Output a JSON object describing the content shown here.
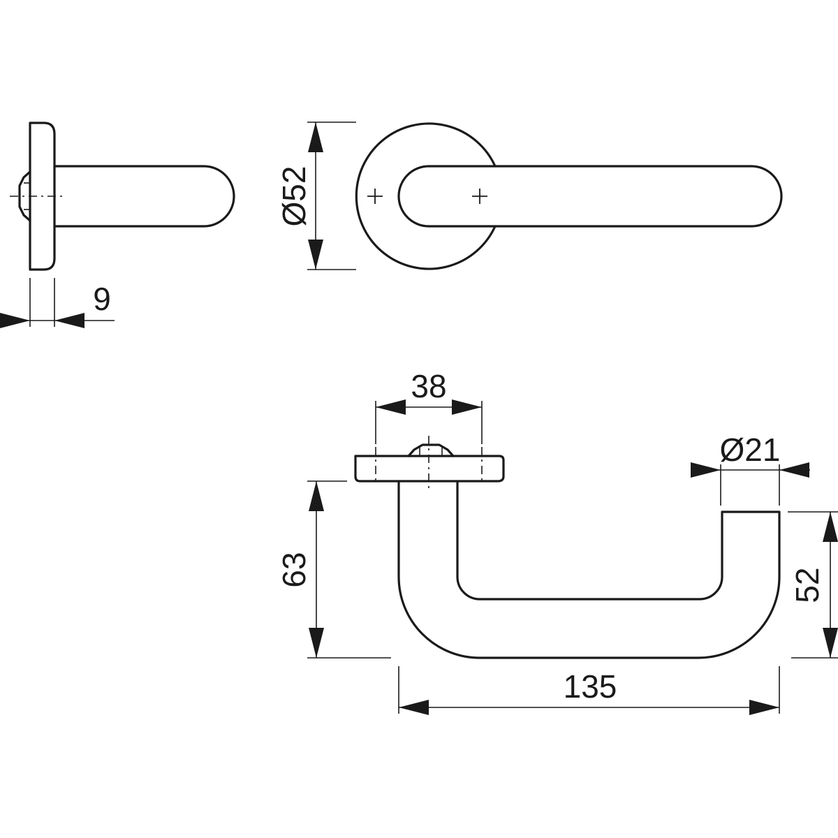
{
  "dimensions": {
    "rose_thickness": "9",
    "rose_diameter": "Ø52",
    "rose_offset": "38",
    "handle_diameter": "Ø21",
    "handle_height": "63",
    "end_height": "52",
    "handle_length": "135"
  }
}
